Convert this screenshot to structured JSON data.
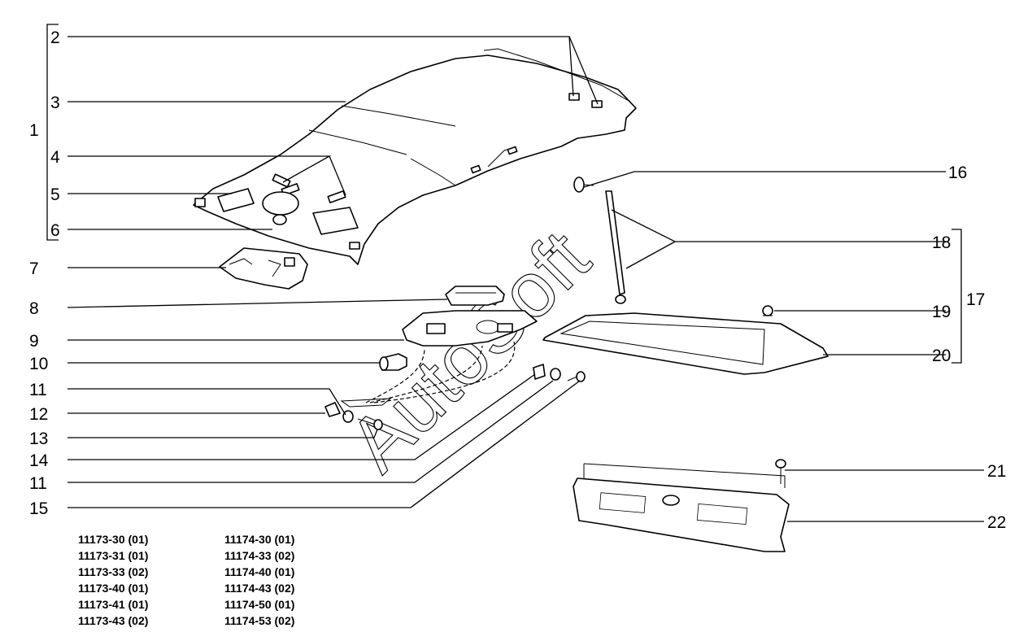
{
  "callouts": {
    "c1": "1",
    "c2": "2",
    "c3": "3",
    "c4": "4",
    "c5": "5",
    "c6": "6",
    "c7": "7",
    "c8": "8",
    "c9": "9",
    "c10": "10",
    "c11a": "11",
    "c12": "12",
    "c13": "13",
    "c14": "14",
    "c11b": "11",
    "c15": "15",
    "c16": "16",
    "c17": "17",
    "c18": "18",
    "c19": "19",
    "c20": "20",
    "c21": "21",
    "c22": "22"
  },
  "codes_left": [
    "11173-30  (01)",
    "11173-31  (01)",
    "11173-33  (02)",
    "11173-40  (01)",
    "11173-41  (01)",
    "11173-43  (02)"
  ],
  "codes_right": [
    "11174-30  (01)",
    "11174-33  (02)",
    "11174-40  (01)",
    "11174-43  (02)",
    "11174-50  (01)",
    "11174-53  (02)"
  ],
  "watermark": "AutoSoft"
}
